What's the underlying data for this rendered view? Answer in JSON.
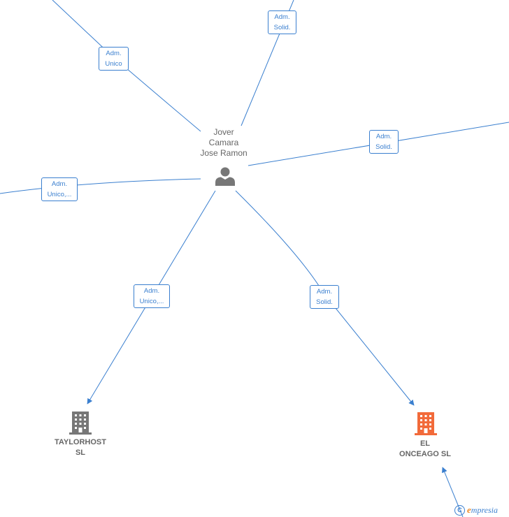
{
  "person": {
    "name_lines": [
      "Jover",
      "Camara",
      "Jose Ramon"
    ]
  },
  "companies": [
    {
      "id": "taylorhost",
      "name_lines": [
        "TAYLORHOST",
        "SL"
      ],
      "color": "#777777"
    },
    {
      "id": "el-onceago",
      "name_lines": [
        "EL",
        "ONCEAGO  SL"
      ],
      "color": "#f26a3a"
    }
  ],
  "relations": [
    {
      "id": "r-top-left",
      "label_lines": [
        "Adm.",
        "Unico"
      ]
    },
    {
      "id": "r-top",
      "label_lines": [
        "Adm.",
        "Solid."
      ]
    },
    {
      "id": "r-right",
      "label_lines": [
        "Adm.",
        "Solid."
      ]
    },
    {
      "id": "r-left",
      "label_lines": [
        "Adm.",
        "Unico,..."
      ]
    },
    {
      "id": "r-taylorhost",
      "label_lines": [
        "Adm.",
        "Unico,..."
      ]
    },
    {
      "id": "r-el-onceago",
      "label_lines": [
        "Adm.",
        "Solid."
      ]
    }
  ],
  "colors": {
    "edge": "#3a7fcf",
    "person_icon": "#777777",
    "text": "#666666"
  },
  "brand": {
    "copyright_symbol": "C",
    "initial": "e",
    "name": "mpresia"
  }
}
